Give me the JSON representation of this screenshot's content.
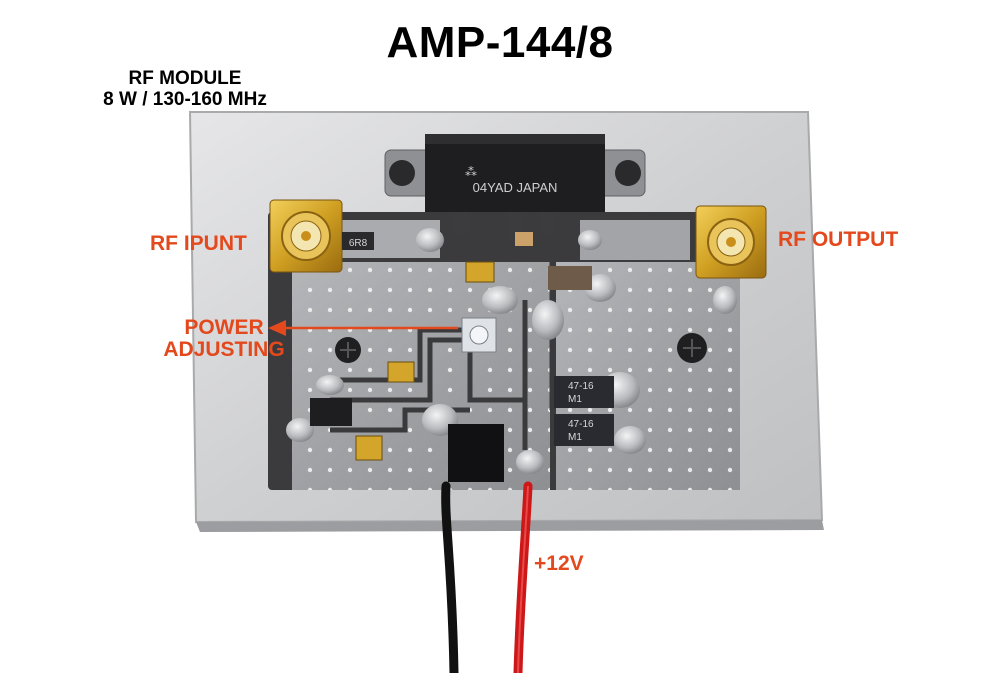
{
  "title": "AMP-144/8",
  "subtitle": {
    "line1": "RF MODULE",
    "line2": "8 W / 130-160 MHz"
  },
  "labels": {
    "rf_input": "RF IPUNT",
    "rf_output": "RF OUTPUT",
    "power_line1": "POWER",
    "power_line2": "ADJUSTING",
    "supply": "+12V"
  },
  "module": {
    "marking": "04YAD  JAPAN"
  },
  "components": {
    "inductor": "6R8",
    "cap_line1": "47-16",
    "cap_line2": "M1"
  },
  "colors": {
    "annotation": "#e3491c",
    "background": "#ffffff",
    "heatsink": "#c9c9cb",
    "board": "#a6a8ac"
  }
}
